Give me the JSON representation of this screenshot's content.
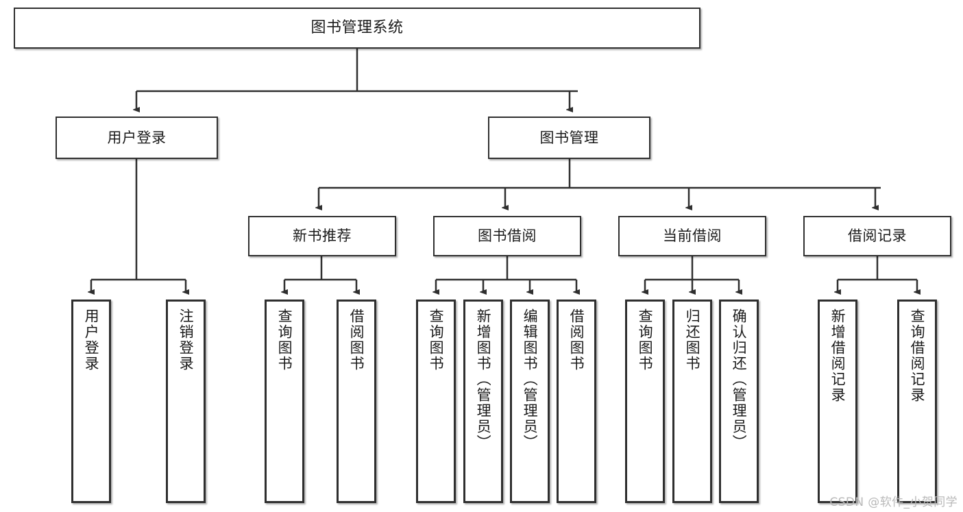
{
  "diagram": {
    "title": "图书管理系统",
    "type": "hierarchy-tree",
    "root": {
      "label": "图书管理系统"
    },
    "level2": [
      {
        "label": "用户登录"
      },
      {
        "label": "图书管理"
      }
    ],
    "level3": [
      {
        "label": "新书推荐"
      },
      {
        "label": "图书借阅"
      },
      {
        "label": "当前借阅"
      },
      {
        "label": "借阅记录"
      }
    ],
    "leaves": {
      "user_login": [
        {
          "label": "用户登录"
        },
        {
          "label": "注销登录"
        }
      ],
      "new_book_recommend": [
        {
          "label": "查询图书"
        },
        {
          "label": "借阅图书"
        }
      ],
      "book_borrow": [
        {
          "label": "查询图书"
        },
        {
          "label": "新增图书（管理员）"
        },
        {
          "label": "编辑图书（管理员）"
        },
        {
          "label": "借阅图书"
        }
      ],
      "current_borrow": [
        {
          "label": "查询图书"
        },
        {
          "label": "归还图书"
        },
        {
          "label": "确认归还（管理员）"
        }
      ],
      "borrow_record": [
        {
          "label": "新增借阅记录"
        },
        {
          "label": "查询借阅记录"
        }
      ]
    }
  },
  "watermark": {
    "text": "CSDN @软件_小贺同学"
  },
  "colors": {
    "stroke": "#2f2f2f",
    "fill": "#ffffff",
    "text": "#1a1a1a",
    "watermark": "#b9b9b9"
  }
}
